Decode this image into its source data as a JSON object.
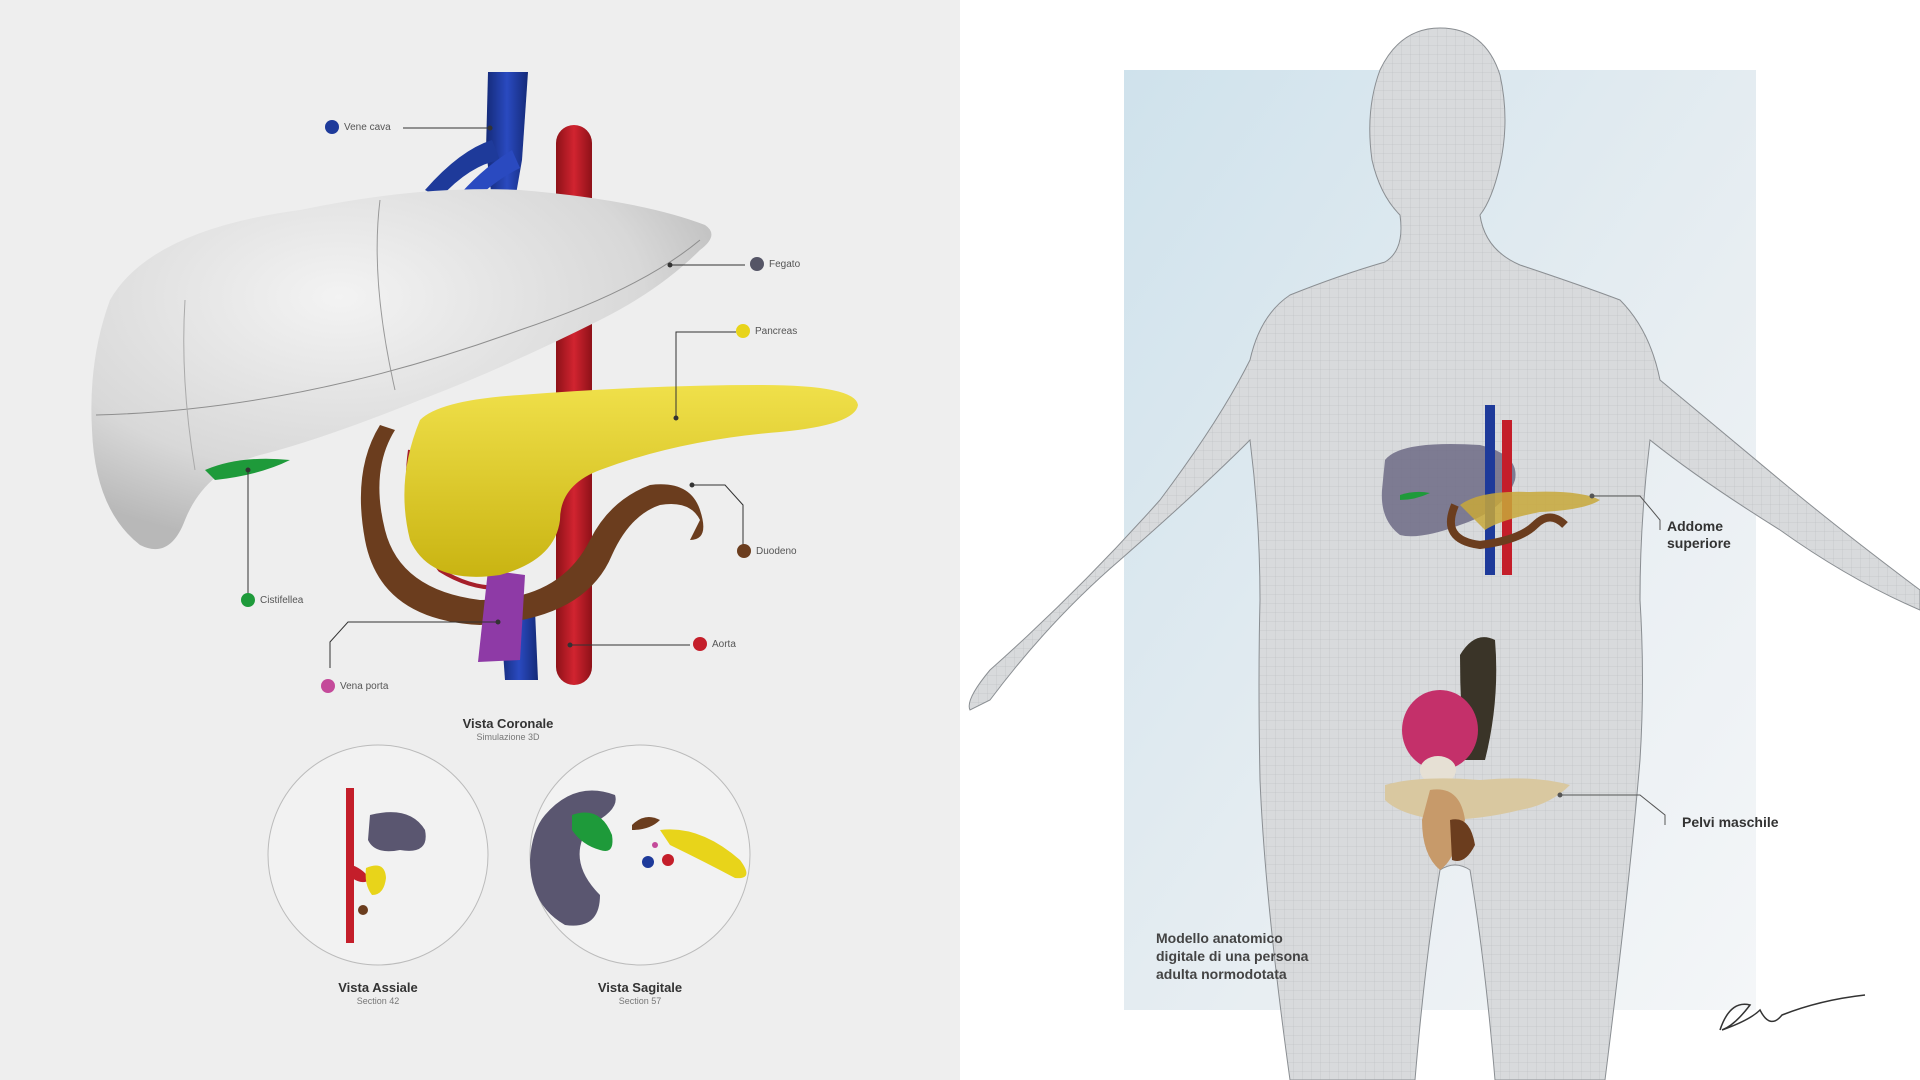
{
  "left": {
    "labels": {
      "vene_cava": "Vene cava",
      "fegato": "Fegato",
      "pancreas": "Pancreas",
      "duodeno": "Duodeno",
      "cistifellea": "Cistifellea",
      "aorta": "Aorta",
      "vena_porta": "Vena porta"
    },
    "coronal": {
      "title": "Vista Coronale",
      "subtitle": "Simulazione 3D"
    },
    "axial": {
      "title": "Vista Assiale",
      "subtitle": "Section 42"
    },
    "sagittal": {
      "title": "Vista Sagitale",
      "subtitle": "Section 57"
    }
  },
  "right": {
    "label_upper": "Addome superiore",
    "label_pelvis": "Pelvi maschile",
    "caption": "Modello anatomico digitale di una persona adulta normodotata"
  },
  "colors": {
    "vena_cava": "#1e3a9a",
    "liver": "#d9d9d9",
    "pancreas": "#e8d41a",
    "duodeno": "#6b3d1e",
    "cistifellea": "#1e9a3a",
    "aorta": "#c41e2a",
    "vena_porta": "#c44a9a",
    "fegato_dot": "#555566"
  }
}
